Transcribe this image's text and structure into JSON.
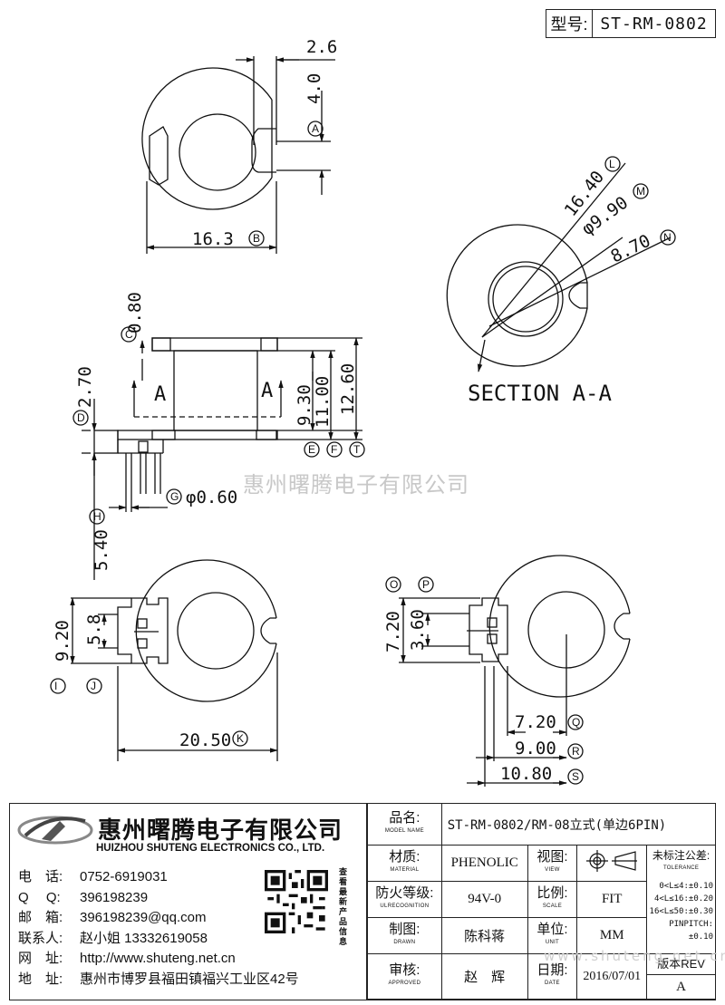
{
  "header": {
    "model_label": "型号:",
    "model_value": "ST-RM-0802"
  },
  "watermark": "惠州曙腾电子有限公司",
  "watermark_url": "www.shuteng.net.cn",
  "drawing": {
    "top_view": {
      "dim_2_6": "2.6",
      "dim_4_0": "4.0",
      "dim_16_3": "16.3",
      "tag_a": "A",
      "tag_b": "B"
    },
    "section": {
      "dim_16_40": "16.40",
      "dim_9_90": "φ9.90",
      "dim_8_70": "8.70",
      "tag_l": "L",
      "tag_m": "M",
      "tag_n": "N",
      "caption": "SECTION A-A"
    },
    "side_view": {
      "dim_0_80": "0.80",
      "dim_2_70": "2.70",
      "dim_9_30": "9.30",
      "dim_11_00": "11.00",
      "dim_12_60": "12.60",
      "dim_0_60": "φ0.60",
      "dim_5_40": "5.40",
      "tag_c": "C",
      "tag_d": "D",
      "tag_e": "E",
      "tag_f": "F",
      "tag_t": "T",
      "tag_g": "G",
      "tag_h": "H",
      "section_mark": "A"
    },
    "bottom_left": {
      "dim_9_20": "9.20",
      "dim_5_8": "5.8",
      "dim_20_50": "20.50",
      "tag_i": "I",
      "tag_j": "J",
      "tag_k": "K"
    },
    "bottom_right": {
      "dim_7_20v": "7.20",
      "dim_3_60": "3.60",
      "dim_7_20h": "7.20",
      "dim_9_00": "9.00",
      "dim_10_80": "10.80",
      "tag_o": "O",
      "tag_p": "P",
      "tag_q": "Q",
      "tag_r": "R",
      "tag_s": "S"
    }
  },
  "company": {
    "name_cn": "惠州曙腾电子有限公司",
    "name_en": "HUIZHOU SHUTENG ELECTRONICS CO., LTD.",
    "qr_caption": "查看最新产品信息",
    "contacts": [
      {
        "label": "电　话:",
        "value": "0752-6919031"
      },
      {
        "label": "Q　 Q:",
        "value": "396198239"
      },
      {
        "label": "邮　箱:",
        "value": "396198239@qq.com"
      },
      {
        "label": "联系人:",
        "value": "赵小姐 13332619058"
      },
      {
        "label": "网　址:",
        "value": "http://www.shuteng.net.cn"
      },
      {
        "label": "地　址:",
        "value": "惠州市博罗县福田镇福兴工业区42号"
      }
    ]
  },
  "titleblock": {
    "model_name": {
      "label": "品名:",
      "sub": "MODEL NAME",
      "value": "ST-RM-0802/RM-08立式(单边6PIN)"
    },
    "material": {
      "label": "材质:",
      "sub": "MATERIAL",
      "value": "PHENOLIC"
    },
    "view": {
      "label": "视图:",
      "sub": "VIEW"
    },
    "tolerance": {
      "label": "未标注公差:",
      "sub": "TOLERANCE",
      "rows": [
        "0<L≤4:±0.10",
        "4<L≤16:±0.20",
        "16<L≤50:±0.30",
        "PINPITCH:±0.10"
      ]
    },
    "flame": {
      "label": "防火等级:",
      "sub": "ULRECOGNITION",
      "value": "94V-0"
    },
    "scale": {
      "label": "比例:",
      "sub": "SCALE",
      "value": "FIT"
    },
    "drawn": {
      "label": "制图:",
      "sub": "DRAWN",
      "value": "陈科蒋"
    },
    "unit": {
      "label": "单位:",
      "sub": "UNIT",
      "value": "MM"
    },
    "approved": {
      "label": "审核:",
      "sub": "APPROVED",
      "value": "赵　辉"
    },
    "date": {
      "label": "日期:",
      "sub": "DATE",
      "value": "2016/07/01"
    },
    "rev": {
      "label": "版本REV",
      "value": "A"
    }
  }
}
